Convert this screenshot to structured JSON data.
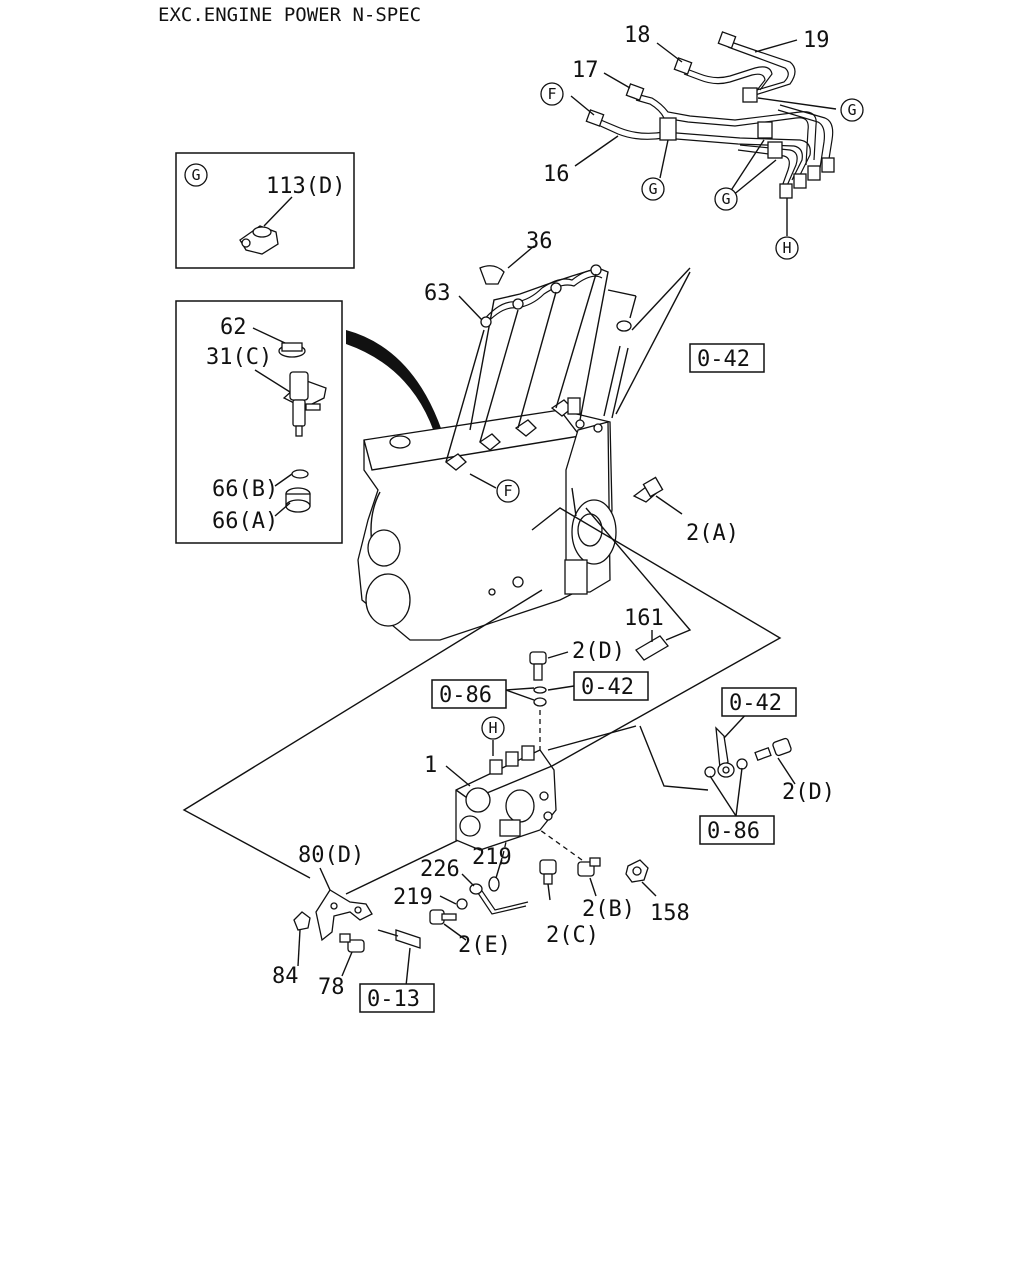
{
  "title": "EXC.ENGINE POWER N-SPEC",
  "labels": [
    {
      "id": "18",
      "text": "18"
    },
    {
      "id": "19",
      "text": "19"
    },
    {
      "id": "17",
      "text": "17"
    },
    {
      "id": "16",
      "text": "16"
    },
    {
      "id": "36",
      "text": "36"
    },
    {
      "id": "63",
      "text": "63"
    },
    {
      "id": "62",
      "text": "62"
    },
    {
      "id": "31c",
      "text": "31(C)"
    },
    {
      "id": "66b",
      "text": "66(B)"
    },
    {
      "id": "66a",
      "text": "66(A)"
    },
    {
      "id": "113d",
      "text": "113(D)"
    },
    {
      "id": "2a",
      "text": "2(A)"
    },
    {
      "id": "161",
      "text": "161"
    },
    {
      "id": "2d_top",
      "text": "2(D)"
    },
    {
      "id": "1",
      "text": "1"
    },
    {
      "id": "2d_right",
      "text": "2(D)"
    },
    {
      "id": "80d",
      "text": "80(D)"
    },
    {
      "id": "226",
      "text": "226"
    },
    {
      "id": "219_top",
      "text": "219"
    },
    {
      "id": "219_left",
      "text": "219"
    },
    {
      "id": "2b",
      "text": "2(B)"
    },
    {
      "id": "158",
      "text": "158"
    },
    {
      "id": "2c",
      "text": "2(C)"
    },
    {
      "id": "2e",
      "text": "2(E)"
    },
    {
      "id": "84",
      "text": "84"
    },
    {
      "id": "78",
      "text": "78"
    }
  ],
  "refs": [
    {
      "id": "ref_042_top",
      "text": "0-42"
    },
    {
      "id": "ref_086_mid",
      "text": "0-86"
    },
    {
      "id": "ref_042_mid",
      "text": "0-42"
    },
    {
      "id": "ref_042_right",
      "text": "0-42"
    },
    {
      "id": "ref_086_right",
      "text": "0-86"
    },
    {
      "id": "ref_013",
      "text": "0-13"
    }
  ],
  "callouts": [
    {
      "id": "F_top",
      "text": "F"
    },
    {
      "id": "G_right",
      "text": "G"
    },
    {
      "id": "G_mid",
      "text": "G"
    },
    {
      "id": "G_low",
      "text": "G"
    },
    {
      "id": "H_top",
      "text": "H"
    },
    {
      "id": "G_box",
      "text": "G"
    },
    {
      "id": "F_engine",
      "text": "F"
    },
    {
      "id": "H_pump",
      "text": "H"
    }
  ]
}
